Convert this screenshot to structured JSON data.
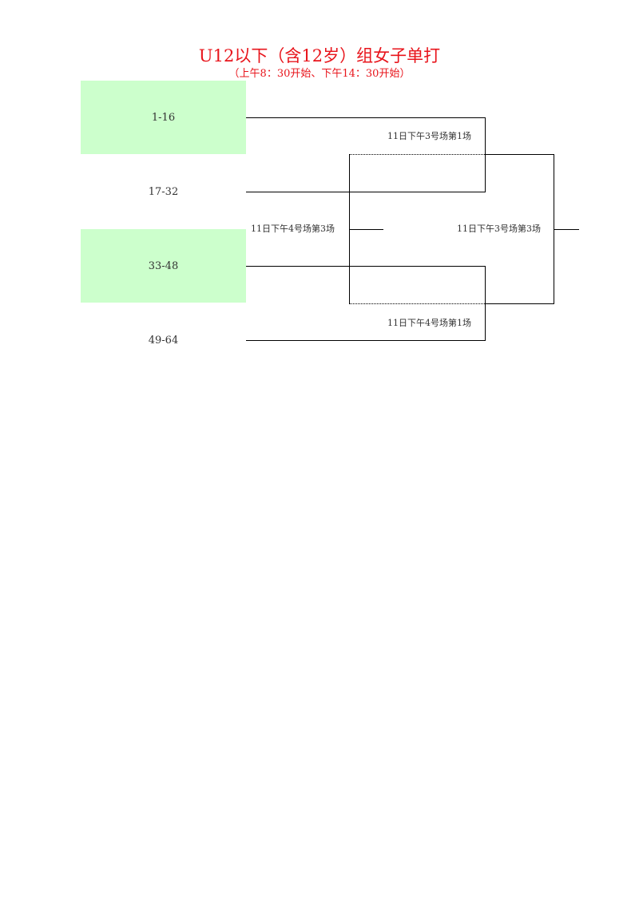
{
  "header": {
    "title": "U12以下（含12岁）组女子单打",
    "subtitle": "（上午8：30开始、下午14：30开始）"
  },
  "colors": {
    "title": "#e8141b",
    "seed_highlight": "#ccffcc",
    "line": "#000000"
  },
  "seeds": [
    {
      "label": "1-16",
      "highlighted": true
    },
    {
      "label": "17-32",
      "highlighted": false
    },
    {
      "label": "33-48",
      "highlighted": true
    },
    {
      "label": "49-64",
      "highlighted": false
    }
  ],
  "matches": {
    "semifinal_top": "11日下午3号场第1场",
    "semifinal_bottom": "11日下午4号场第1场",
    "third_place": "11日下午4号场第3场",
    "final": "11日下午3号场第3场"
  }
}
